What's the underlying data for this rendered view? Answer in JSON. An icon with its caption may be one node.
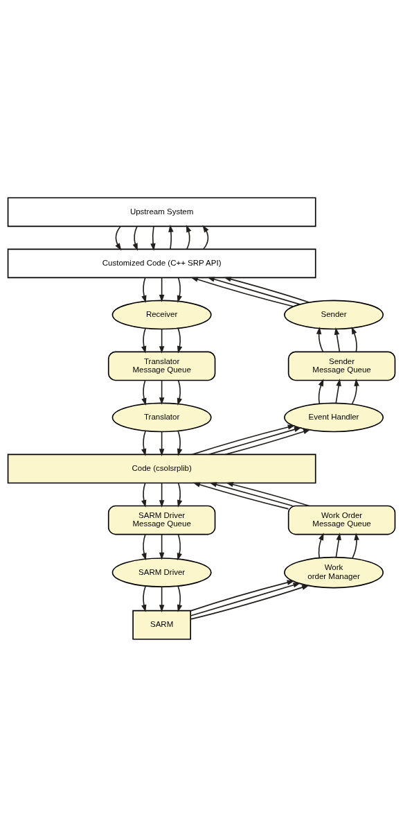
{
  "diagram": {
    "nodes": [
      {
        "text": [
          "Upstream System"
        ]
      },
      {
        "text": [
          "Customized Code (C++ SRP API)"
        ]
      },
      {
        "text": [
          "Receiver"
        ]
      },
      {
        "text": [
          "Sender"
        ]
      },
      {
        "text": [
          "Translator Message Queue"
        ]
      },
      {
        "text": [
          "Sender Message Queue"
        ]
      },
      {
        "text": [
          "Translator"
        ]
      },
      {
        "text": [
          "Event Handler"
        ]
      },
      {
        "text": [
          "Code (csolsrplib)"
        ]
      },
      {
        "text": [
          "SARM Driver Message Queue"
        ]
      },
      {
        "text": [
          "Work Order Message Queue"
        ]
      },
      {
        "text": [
          "SARM Driver"
        ]
      },
      {
        "text": [
          "Work order Manager"
        ]
      },
      {
        "text": [
          "SARM"
        ]
      }
    ],
    "edges": [
      {
        "from": 0,
        "to": 1,
        "arrow": "to"
      },
      {
        "from": 0,
        "to": 1,
        "arrow": "to"
      },
      {
        "from": 0,
        "to": 1,
        "arrow": "to"
      },
      {
        "from": 1,
        "to": 0,
        "arrow": "to"
      },
      {
        "from": 1,
        "to": 0,
        "arrow": "to"
      },
      {
        "from": 1,
        "to": 0,
        "arrow": "to"
      },
      {
        "from": 1,
        "to": 2,
        "arrow": "to"
      },
      {
        "from": 1,
        "to": 2,
        "arrow": "to"
      },
      {
        "from": 1,
        "to": 2,
        "arrow": "to"
      },
      {
        "from": 3,
        "to": 1,
        "arrow": "to"
      },
      {
        "from": 3,
        "to": 1,
        "arrow": "to"
      },
      {
        "from": 3,
        "to": 1,
        "arrow": "to"
      },
      {
        "from": 2,
        "to": 4,
        "arrow": "to"
      },
      {
        "from": 2,
        "to": 4,
        "arrow": "to"
      },
      {
        "from": 2,
        "to": 4,
        "arrow": "to"
      },
      {
        "from": 5,
        "to": 3,
        "arrow": "to"
      },
      {
        "from": 5,
        "to": 3,
        "arrow": "to"
      },
      {
        "from": 5,
        "to": 3,
        "arrow": "to"
      },
      {
        "from": 4,
        "to": 6,
        "arrow": "to"
      },
      {
        "from": 4,
        "to": 6,
        "arrow": "to"
      },
      {
        "from": 4,
        "to": 6,
        "arrow": "to"
      },
      {
        "from": 7,
        "to": 5,
        "arrow": "to"
      },
      {
        "from": 7,
        "to": 5,
        "arrow": "to"
      },
      {
        "from": 7,
        "to": 5,
        "arrow": "to"
      },
      {
        "from": 6,
        "to": 8,
        "arrow": "to"
      },
      {
        "from": 6,
        "to": 8,
        "arrow": "to"
      },
      {
        "from": 6,
        "to": 8,
        "arrow": "to"
      },
      {
        "from": 8,
        "to": 7,
        "arrow": "to"
      },
      {
        "from": 8,
        "to": 7,
        "arrow": "to"
      },
      {
        "from": 8,
        "to": 7,
        "arrow": "to"
      },
      {
        "from": 8,
        "to": 9,
        "arrow": "to"
      },
      {
        "from": 8,
        "to": 9,
        "arrow": "to"
      },
      {
        "from": 8,
        "to": 9,
        "arrow": "to"
      },
      {
        "from": 10,
        "to": 8,
        "arrow": "to"
      },
      {
        "from": 10,
        "to": 8,
        "arrow": "to"
      },
      {
        "from": 10,
        "to": 8,
        "arrow": "to"
      },
      {
        "from": 9,
        "to": 11,
        "arrow": "to"
      },
      {
        "from": 9,
        "to": 11,
        "arrow": "to"
      },
      {
        "from": 9,
        "to": 11,
        "arrow": "to"
      },
      {
        "from": 12,
        "to": 10,
        "arrow": "to"
      },
      {
        "from": 12,
        "to": 10,
        "arrow": "to"
      },
      {
        "from": 12,
        "to": 10,
        "arrow": "to"
      },
      {
        "from": 11,
        "to": 13,
        "arrow": "to"
      },
      {
        "from": 11,
        "to": 13,
        "arrow": "to"
      },
      {
        "from": 11,
        "to": 13,
        "arrow": "to"
      },
      {
        "from": 13,
        "to": 12,
        "arrow": "to"
      },
      {
        "from": 13,
        "to": 12,
        "arrow": "to"
      },
      {
        "from": 13,
        "to": 12,
        "arrow": "to"
      }
    ]
  }
}
